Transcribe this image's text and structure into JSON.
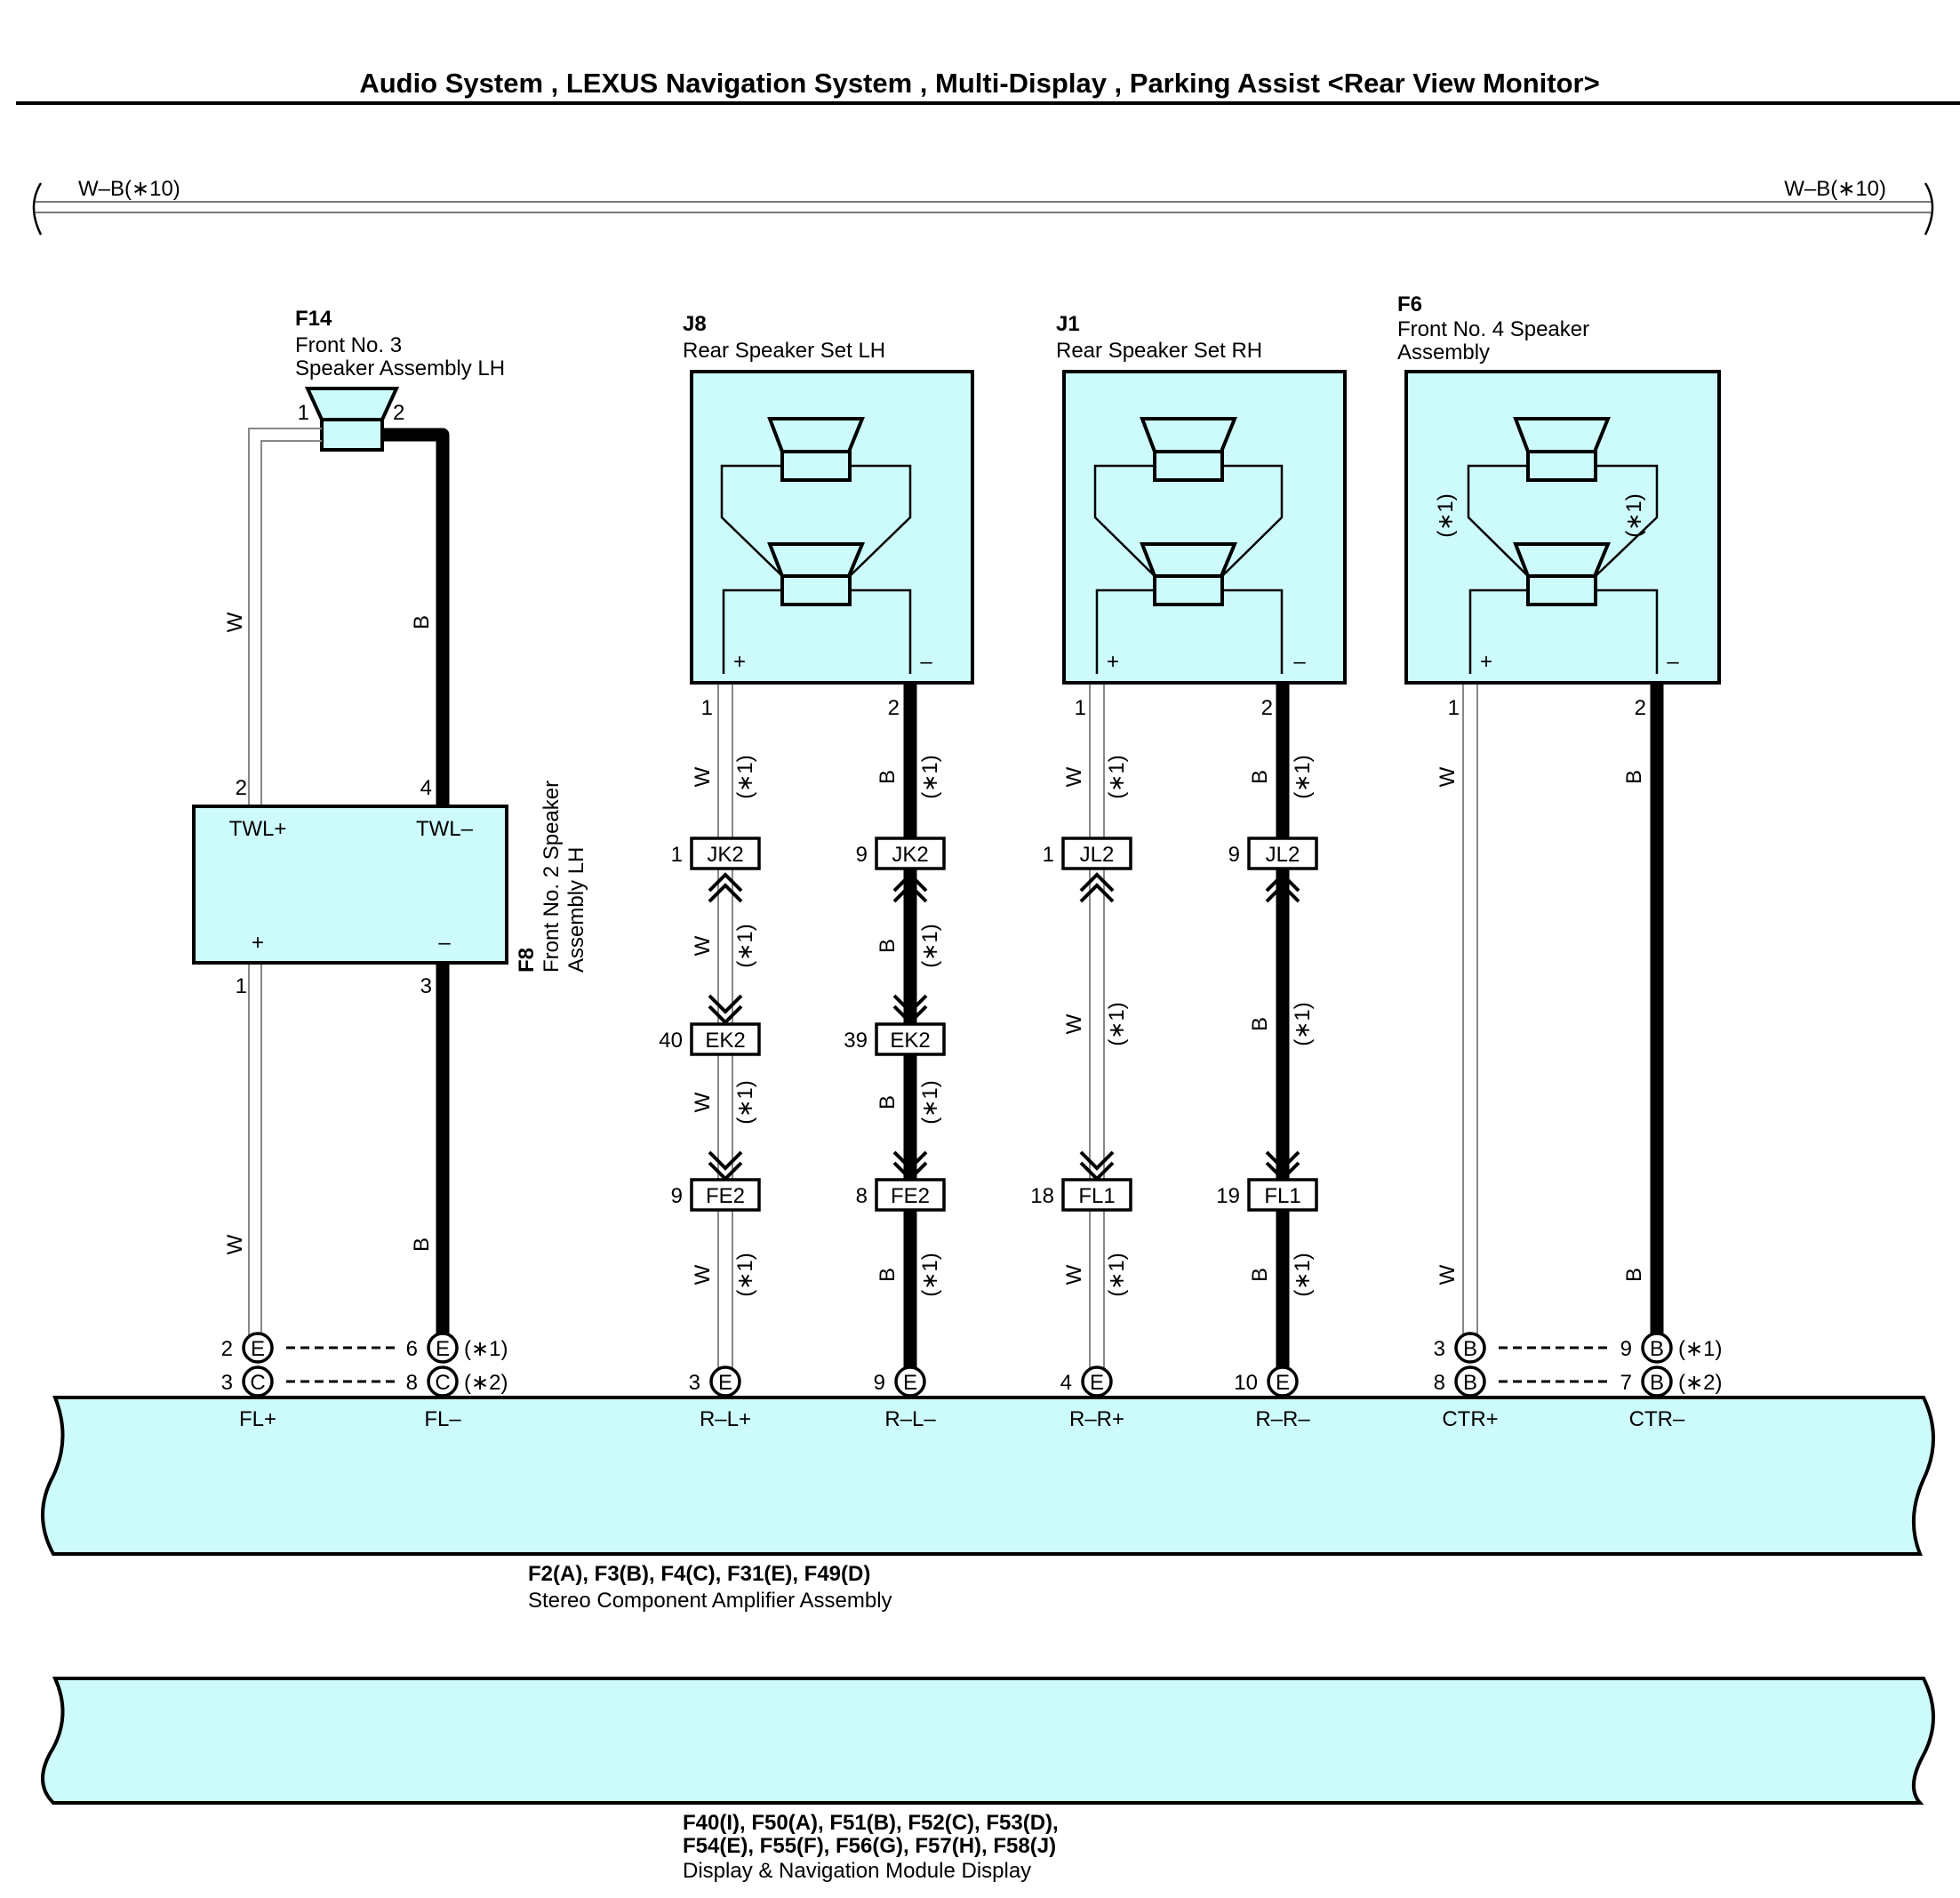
{
  "header": {
    "title": "Audio System , LEXUS Navigation System , Multi-Display , Parking Assist <Rear View Monitor>"
  },
  "ground_bus": {
    "left_label": "W–B(∗10)",
    "right_label": "W–B(∗10)"
  },
  "components": {
    "f14": {
      "code": "F14",
      "name_1": "Front No. 3",
      "name_2": "Speaker Assembly LH",
      "pin_1": "1",
      "pin_2": "2"
    },
    "j8": {
      "code": "J8",
      "name": "Rear Speaker Set LH",
      "plus": "+",
      "minus": "–",
      "pin_1": "1",
      "pin_2": "2"
    },
    "j1": {
      "code": "J1",
      "name": "Rear Speaker Set RH",
      "plus": "+",
      "minus": "–",
      "pin_1": "1",
      "pin_2": "2"
    },
    "f6": {
      "code": "F6",
      "name_1": "Front No. 4 Speaker",
      "name_2": "Assembly",
      "note": "(∗1)",
      "plus": "+",
      "minus": "–",
      "pin_1": "1",
      "pin_2": "2"
    },
    "f8": {
      "code": "F8",
      "name_1": "Front No. 2 Speaker",
      "name_2": "Assembly LH",
      "twl_plus": "TWL+",
      "twl_minus": "TWL–",
      "plus": "+",
      "minus": "–",
      "pin_top_l": "2",
      "pin_top_r": "4",
      "pin_bot_l": "1",
      "pin_bot_r": "3"
    }
  },
  "wire_colors": {
    "w": "W",
    "b": "B",
    "note": "(∗1)"
  },
  "connectors": {
    "jk2": "JK2",
    "jl2": "JL2",
    "ek2": "EK2",
    "fe2": "FE2",
    "fl1": "FL1",
    "pins": {
      "jk2_l": "1",
      "jk2_r": "9",
      "jl2_l": "1",
      "jl2_r": "9",
      "ek2_l": "40",
      "ek2_r": "39",
      "fe2_l": "9",
      "fe2_r": "8",
      "fl1_l": "18",
      "fl1_r": "19"
    }
  },
  "amp_terminals": {
    "fl_plus_top": {
      "pin": "2",
      "letter": "E"
    },
    "fl_plus_bot": {
      "pin": "3",
      "letter": "C"
    },
    "fl_minus_top": {
      "pin": "6",
      "letter": "E",
      "note": "(∗1)"
    },
    "fl_minus_bot": {
      "pin": "8",
      "letter": "C",
      "note": "(∗2)"
    },
    "rl_plus": {
      "pin": "3",
      "letter": "E"
    },
    "rl_minus": {
      "pin": "9",
      "letter": "E"
    },
    "rr_plus": {
      "pin": "4",
      "letter": "E"
    },
    "rr_minus": {
      "pin": "10",
      "letter": "E"
    },
    "ctr_plus_top": {
      "pin": "3",
      "letter": "B"
    },
    "ctr_plus_bot": {
      "pin": "8",
      "letter": "B"
    },
    "ctr_minus_top": {
      "pin": "9",
      "letter": "B",
      "note": "(∗1)"
    },
    "ctr_minus_bot": {
      "pin": "7",
      "letter": "B",
      "note": "(∗2)"
    }
  },
  "amplifier": {
    "terminals": [
      "FL+",
      "FL–",
      "R–L+",
      "R–L–",
      "R–R+",
      "R–R–",
      "CTR+",
      "CTR–"
    ],
    "connectors": "F2(A), F3(B), F4(C), F31(E), F49(D)",
    "name": "Stereo Component Amplifier Assembly"
  },
  "display": {
    "connectors_1": "F40(I), F50(A), F51(B), F52(C), F53(D),",
    "connectors_2": "F54(E), F55(F), F56(G), F57(H), F58(J)",
    "name": "Display & Navigation Module Display"
  }
}
